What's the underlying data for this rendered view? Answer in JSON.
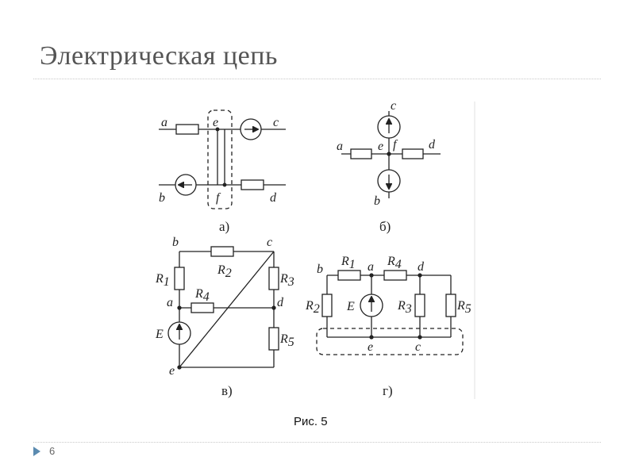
{
  "slide": {
    "title": "Электрическая цепь",
    "caption": "Рис. 5",
    "page_number": "6"
  },
  "diagram": {
    "panel_labels": [
      "а)",
      "б)",
      "в)",
      "г)"
    ],
    "panel_a": {
      "nodes": [
        "a",
        "e",
        "c",
        "b",
        "f",
        "d"
      ]
    },
    "panel_b": {
      "nodes": [
        "c",
        "a",
        "e",
        "f",
        "d",
        "b"
      ]
    },
    "panel_c": {
      "nodes": [
        "b",
        "c",
        "a",
        "d",
        "e"
      ],
      "elements": [
        {
          "name": "R",
          "sub": "1"
        },
        {
          "name": "R",
          "sub": "2"
        },
        {
          "name": "R",
          "sub": "3"
        },
        {
          "name": "R",
          "sub": "4"
        },
        {
          "name": "R",
          "sub": "5"
        },
        {
          "name": "E",
          "sub": ""
        }
      ]
    },
    "panel_d": {
      "nodes": [
        "b",
        "a",
        "d",
        "e",
        "c"
      ],
      "elements": [
        {
          "name": "R",
          "sub": "1"
        },
        {
          "name": "R",
          "sub": "4"
        },
        {
          "name": "R",
          "sub": "2"
        },
        {
          "name": "R",
          "sub": "3"
        },
        {
          "name": "R",
          "sub": "5"
        },
        {
          "name": "E",
          "sub": ""
        }
      ]
    }
  }
}
